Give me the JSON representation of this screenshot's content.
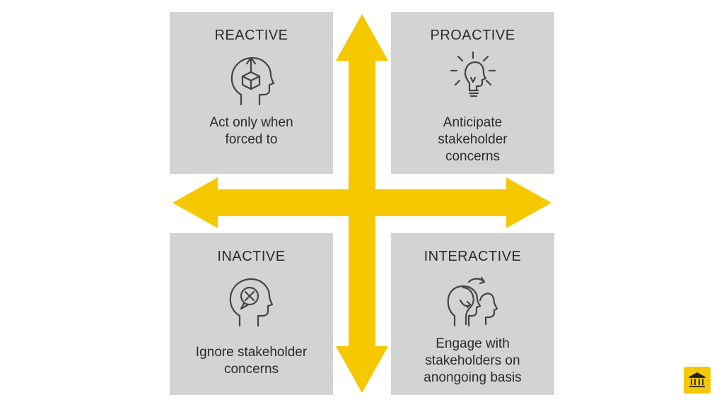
{
  "quadrants": {
    "reactive": {
      "title": "REACTIVE",
      "description": "Act only when forced to",
      "icon": "head-box-arrow-icon"
    },
    "proactive": {
      "title": "PROACTIVE",
      "description": "Anticipate stakeholder concerns",
      "icon": "head-lightbulb-icon"
    },
    "inactive": {
      "title": "INACTIVE",
      "description": "Ignore stakeholder concerns",
      "icon": "head-cross-icon"
    },
    "interactive": {
      "title": "INTERACTIVE",
      "description": "Engage with stakeholders on anongoing  basis",
      "icon": "heads-cycle-icon"
    }
  },
  "colors": {
    "arrow": "#f5c800",
    "box": "#d3d3d3",
    "icon_stroke": "#444444"
  },
  "logo": {
    "icon": "bank-building-icon"
  }
}
